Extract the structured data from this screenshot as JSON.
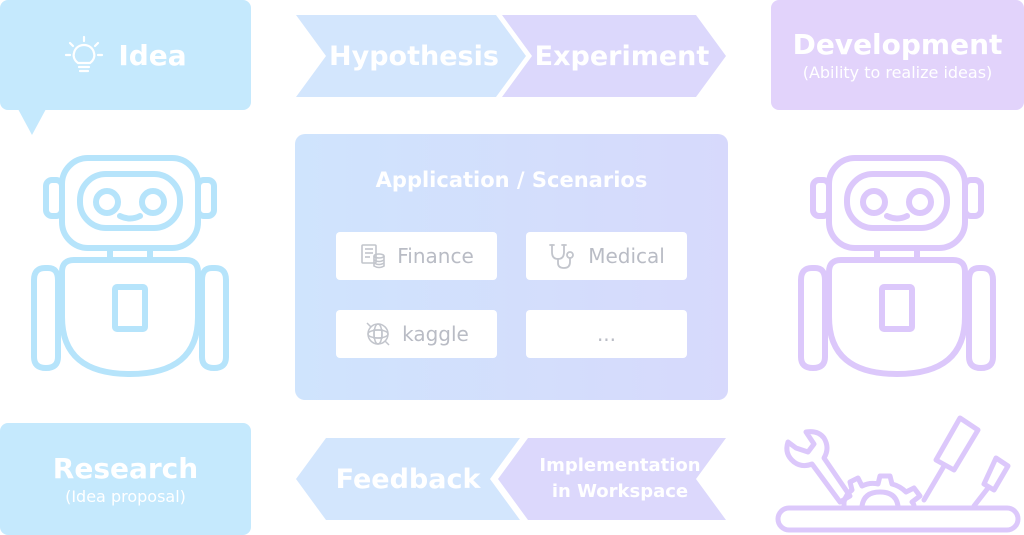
{
  "idea": {
    "label": "Idea",
    "icon": "lightbulb-icon"
  },
  "hypothesis": {
    "label": "Hypothesis"
  },
  "experiment": {
    "label": "Experiment"
  },
  "development": {
    "title": "Development",
    "subtitle": "(Ability to realize ideas)"
  },
  "application": {
    "title": "Application / Scenarios",
    "scenarios": [
      {
        "label": "Finance",
        "icon": "finance-icon"
      },
      {
        "label": "Medical",
        "icon": "stethoscope-icon"
      },
      {
        "label": "kaggle",
        "icon": "kaggle-icon"
      },
      {
        "label": "...",
        "icon": ""
      }
    ]
  },
  "research": {
    "title": "Research",
    "subtitle": "(Idea proposal)"
  },
  "feedback": {
    "label": "Feedback"
  },
  "implementation": {
    "line1": "Implementation",
    "line2": "in Workspace"
  },
  "colors": {
    "blue": "#c5e9fd",
    "blue_line": "#b6e4fb",
    "purple": "#e2d3fb",
    "purple_line": "#dcc8fb",
    "chevron_blue": "#d3e6fd",
    "chevron_purple": "#dcd8fc",
    "scenario_text": "#b9bcc5"
  }
}
